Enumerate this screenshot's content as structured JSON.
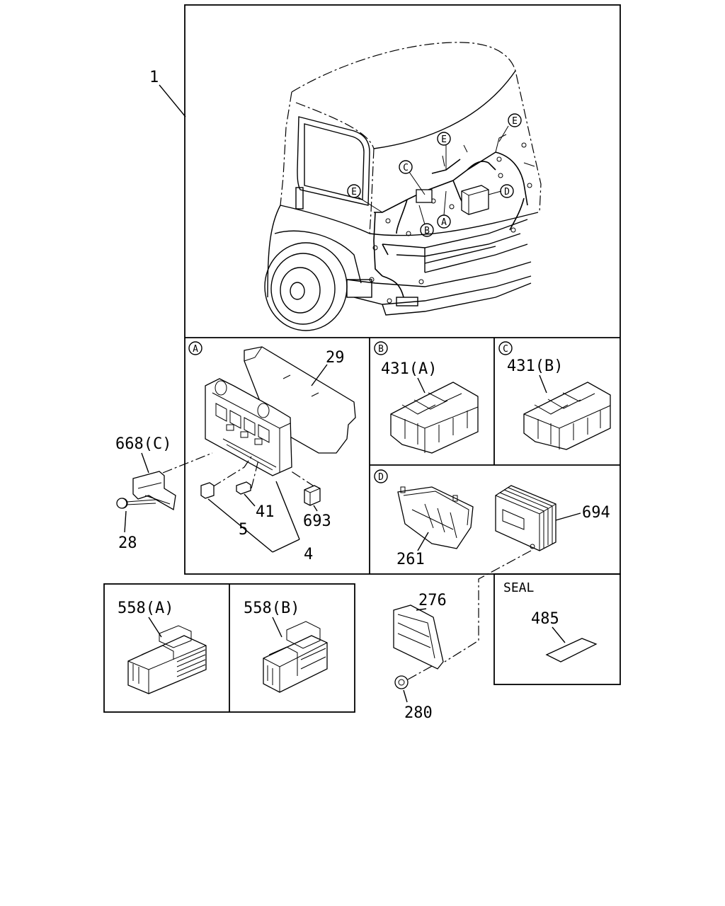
{
  "labels": {
    "harness": "1",
    "bracket_29": "29",
    "harness_668c": "668(C)",
    "bolt_28": "28",
    "fuse_5": "5",
    "fuse_41": "41",
    "fuse_set_4": "4",
    "relay_693": "693",
    "connector_431a": "431(A)",
    "connector_431b": "431(B)",
    "cover_261": "261",
    "ecu_694": "694",
    "ecu_276": "276",
    "nut_280": "280",
    "seal_title": "SEAL",
    "seal_485": "485",
    "connector_558a": "558(A)",
    "connector_558b": "558(B)"
  },
  "callouts": {
    "a": "A",
    "b": "B",
    "c": "C",
    "d": "D",
    "e": "E"
  }
}
